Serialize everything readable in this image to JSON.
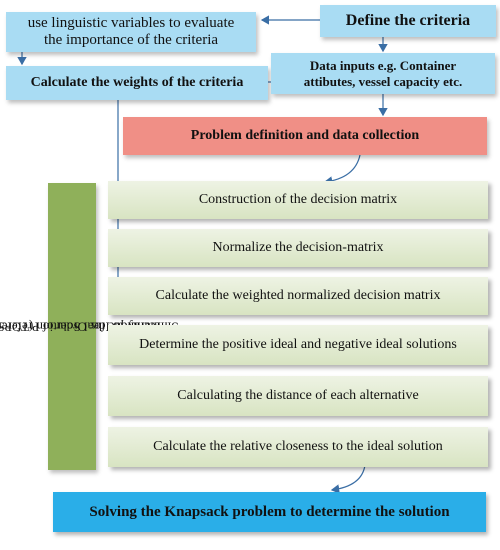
{
  "define_criteria": "Define the criteria",
  "linguistic_line1": "use  linguistic variables  to evaluate",
  "linguistic_line2": "the importance of the criteria",
  "calculate_weights": "Calculate the weights of the criteria",
  "data_inputs_line1": "Data inputs e.g. Container",
  "data_inputs_line2": "attibutes, vessel capacity etc.",
  "problem_definition": "Problem definition and data collection",
  "topsis_line1": "Technique for Order of Preference by",
  "topsis_line2": "Similarity to Ideal Solution (TOPSIS)",
  "steps": [
    "Construction of the decision matrix",
    "Normalize the decision-matrix",
    "Calculate the weighted normalized decision matrix",
    "Determine the positive ideal and negative ideal solutions",
    "Calculating the distance of each alternative",
    "Calculate the relative closeness to the ideal solution"
  ],
  "knapsack": "Solving the Knapsack problem to determine the solution",
  "colors": {
    "criteria_boxes": "#a9dcf3",
    "problem_box": "#f08f86",
    "topsis_bar": "#8fb05a",
    "step_boxes": "#d8e4c2",
    "knapsack_box": "#2aaee8",
    "arrows": "#3a6ea5"
  }
}
